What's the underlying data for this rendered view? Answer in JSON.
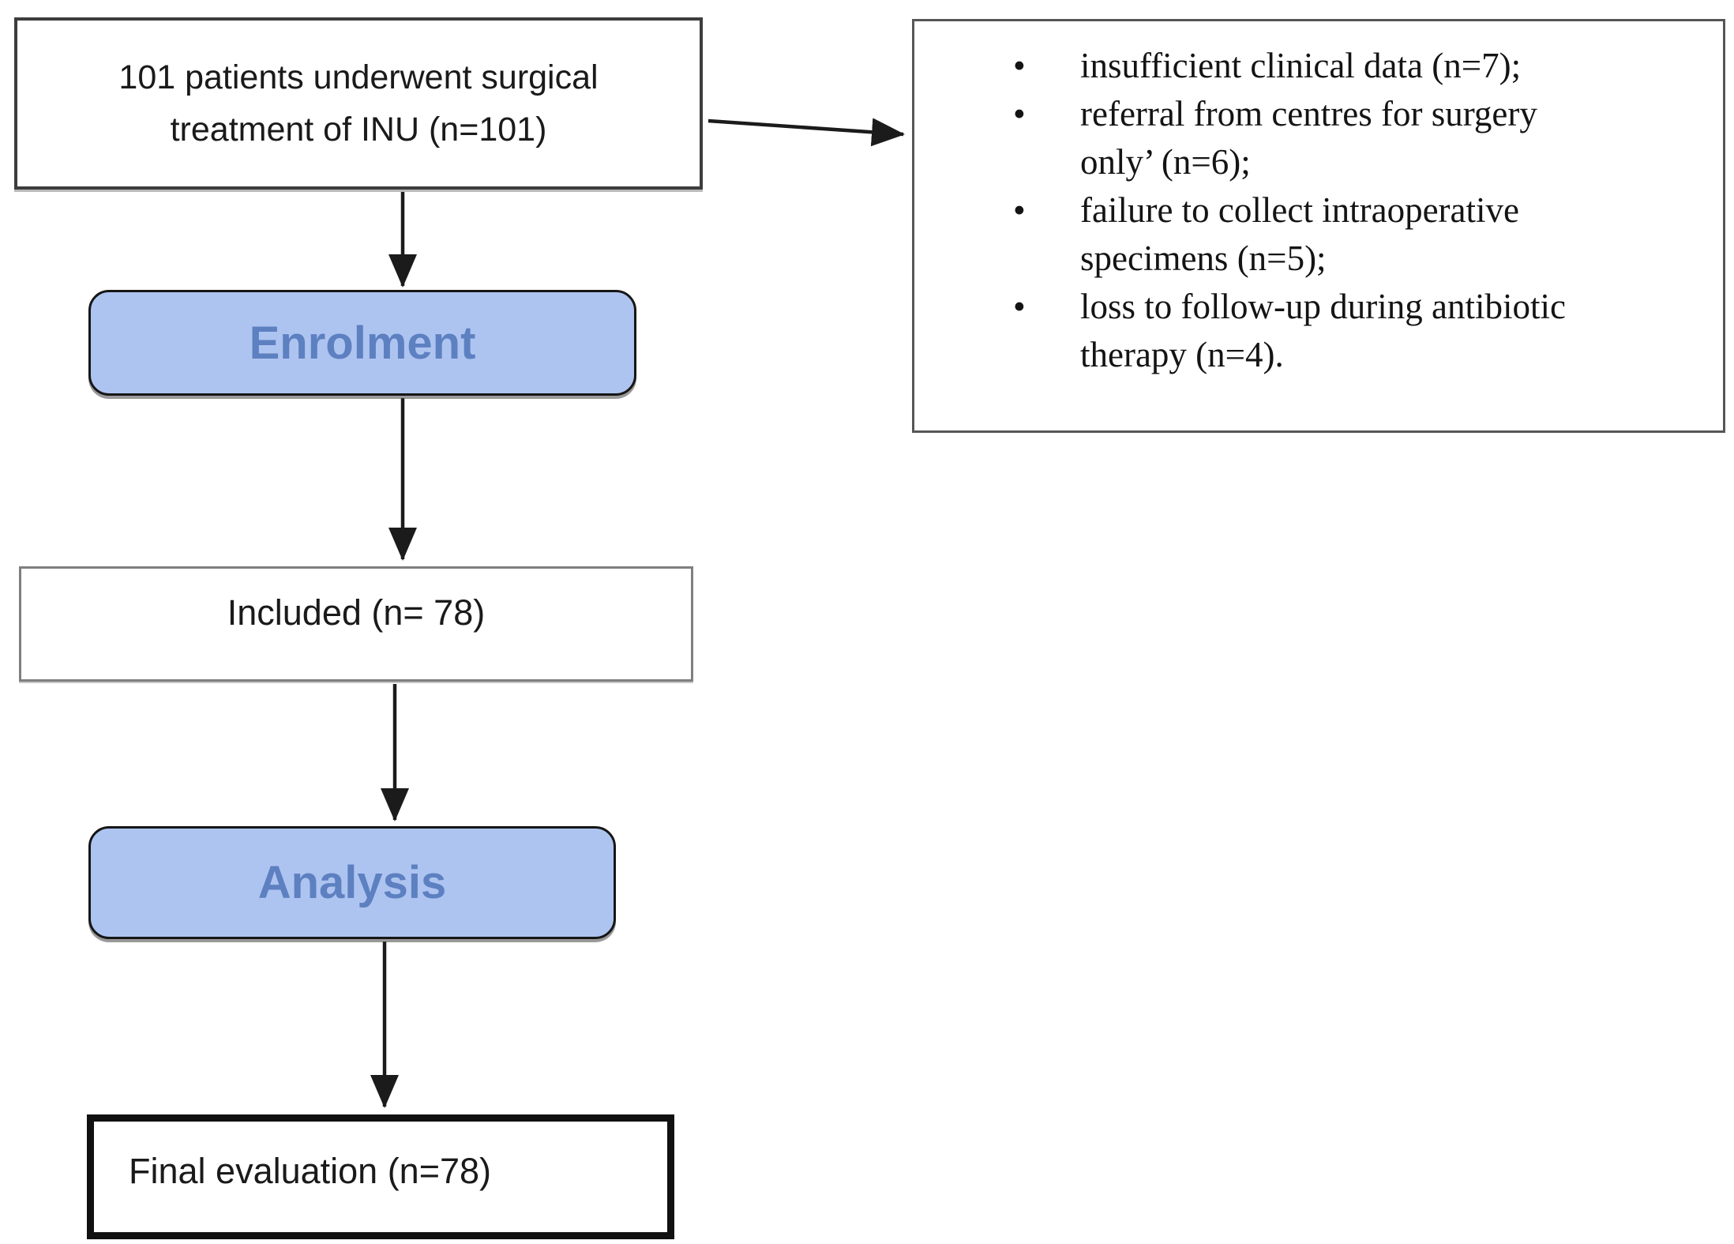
{
  "colors": {
    "stage_fill": "#aec4f0",
    "stage_text": "#5d80c1",
    "line_color": "#1b1b1b"
  },
  "diagram": {
    "start_box": {
      "lines": [
        "101 patients underwent surgical",
        "treatment of INU (n=101)"
      ]
    },
    "exclusion_box": {
      "bullet_glyph": "•",
      "items": [
        "insufficient clinical data (n=7);",
        "referral from centres for surgery only’ (n=6);",
        "failure to collect intraoperative specimens (n=5);",
        "loss to follow-up during antibiotic therapy (n=4)."
      ]
    },
    "stages": {
      "enrolment": "Enrolment",
      "analysis": "Analysis"
    },
    "included_box": {
      "text": "Included (n= 78)"
    },
    "final_box": {
      "text": "Final evaluation (n=78)"
    }
  }
}
